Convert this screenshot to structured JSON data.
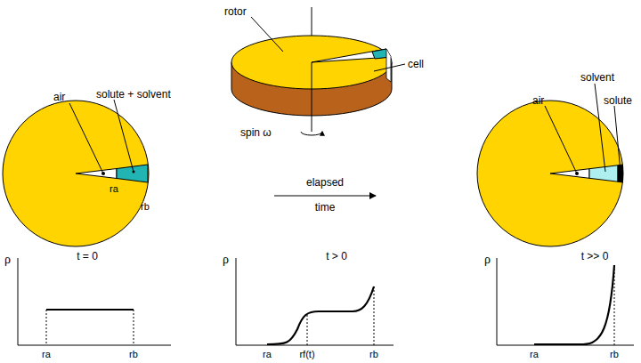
{
  "diagram": {
    "labels": [
      "rotor",
      "cell",
      "spin ω",
      "air",
      "solute + solvent",
      "ra",
      "rb",
      "elapsed",
      "time",
      "air",
      "solvent",
      "solute",
      "ρ",
      "t = 0",
      "ra",
      "rb",
      "ρ",
      "t > 0",
      "ra",
      "rf(t)",
      "rb",
      "ρ",
      "t >> 0",
      "ra",
      "rb"
    ]
  }
}
